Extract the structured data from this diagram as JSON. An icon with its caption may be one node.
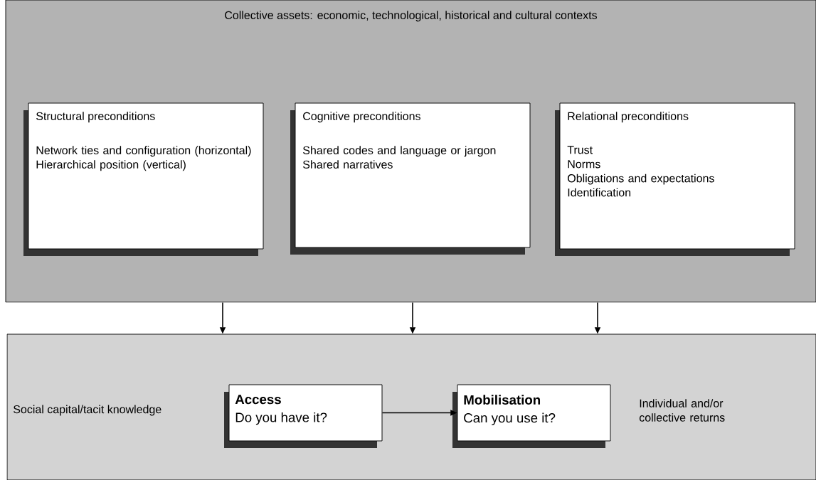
{
  "diagram": {
    "nodes": [
      {
        "text": [
          "Collective assets: economic, technological, historical and cultural contexts"
        ]
      },
      {
        "text": [
          "Structural preconditions",
          "Network ties and configuration (horizontal)",
          "Hierarchical position (vertical)"
        ],
        "in": 0
      },
      {
        "text": [
          "Cognitive preconditions",
          "Shared codes and language or jargon",
          "Shared narratives"
        ],
        "in": 0
      },
      {
        "text": [
          "Relational preconditions",
          "Trust",
          "Norms",
          "Obligations and expectations",
          "Identification"
        ],
        "in": 0
      },
      {
        "text": [
          "Social capital/tacit knowledge",
          "Individual and/or collective returns"
        ]
      },
      {
        "text": [
          "Access",
          "Do you have it?"
        ],
        "in": 4
      },
      {
        "text": [
          "Mobilisation",
          "Can you use it?"
        ],
        "in": 4
      }
    ],
    "edges": [
      {
        "from": 0,
        "to": 4,
        "arrow": "to"
      },
      {
        "from": 0,
        "to": 4,
        "arrow": "to"
      },
      {
        "from": 0,
        "to": 4,
        "arrow": "to"
      },
      {
        "from": 5,
        "to": 6,
        "arrow": "to"
      }
    ]
  }
}
